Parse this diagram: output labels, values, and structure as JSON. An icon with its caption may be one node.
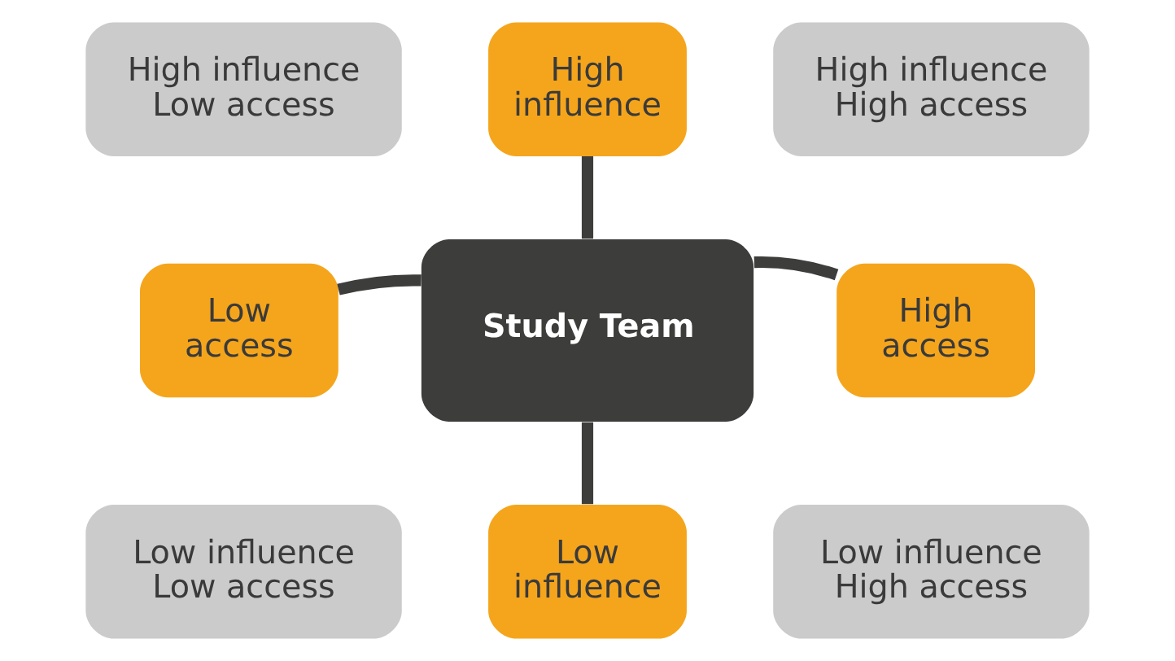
{
  "diagram": {
    "nodes": [
      {
        "text": [
          "High influence"
        ]
      },
      {
        "text": [
          "High influence Low access"
        ]
      },
      {
        "text": [
          "High influence High access"
        ]
      },
      {
        "text": [
          "Low access"
        ]
      },
      {
        "text": [
          "Study Team"
        ]
      },
      {
        "text": [
          "High access"
        ]
      },
      {
        "text": [
          "Low influence Low access"
        ]
      },
      {
        "text": [
          "Low influence High access"
        ]
      },
      {
        "text": [
          "Low influence"
        ]
      }
    ],
    "edges": [
      {
        "from": 4,
        "to": 0,
        "arrow": "none"
      },
      {
        "from": 4,
        "to": 3,
        "arrow": "none"
      },
      {
        "from": 4,
        "to": 5,
        "arrow": "none"
      },
      {
        "from": 4,
        "to": 8,
        "arrow": "none"
      }
    ]
  }
}
